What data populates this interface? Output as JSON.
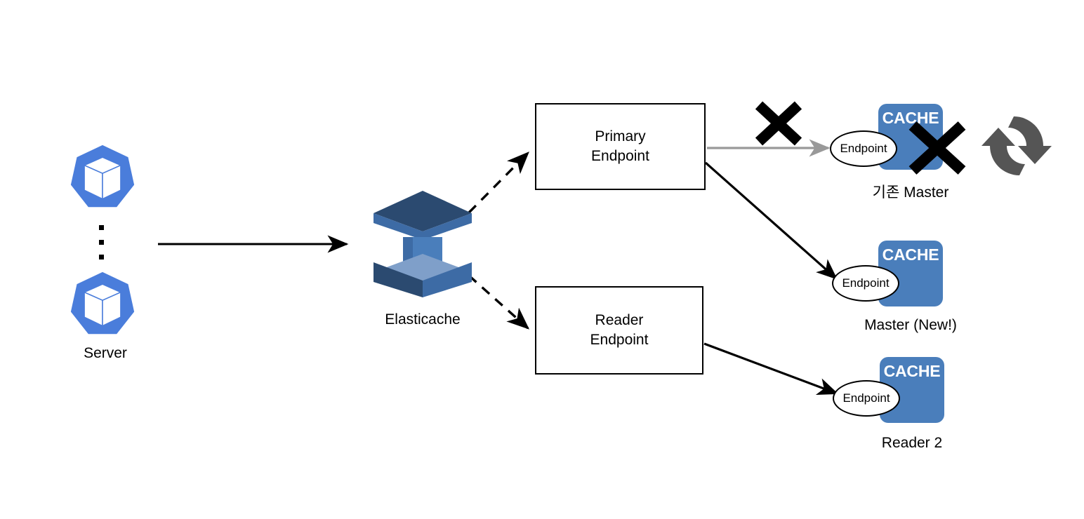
{
  "diagram": {
    "title": "AWS ElastiCache failover architecture",
    "background": "#ffffff"
  },
  "colors": {
    "server_blue": "#4a7ddb",
    "cache_blue": "#4a7ebb",
    "elasticache_dark": "#2b4a70",
    "elasticache_mid": "#3d6ba5",
    "elasticache_light": "#7f9fc9",
    "line_black": "#000000",
    "line_gray": "#999999",
    "sync_gray": "#555555"
  },
  "servers": {
    "label": "Server",
    "icon": "kubernetes-cube-icon",
    "count_indicator": "vertical-ellipsis",
    "nodes": [
      {
        "name": "server-node-top"
      },
      {
        "name": "server-node-bottom"
      }
    ]
  },
  "elasticache": {
    "label": "Elasticache",
    "icon": "aws-elasticache-icon"
  },
  "endpoints": [
    {
      "key": "primary",
      "label": "Primary\nEndpoint",
      "name": "primary-endpoint-box"
    },
    {
      "key": "reader",
      "label": "Reader\nEndpoint",
      "name": "reader-endpoint-box"
    }
  ],
  "cache_nodes": [
    {
      "key": "old_master",
      "cache_text": "CACHE",
      "endpoint_text": "Endpoint",
      "label": "기존 Master",
      "struck_out": true
    },
    {
      "key": "new_master",
      "cache_text": "CACHE",
      "endpoint_text": "Endpoint",
      "label": "Master (New!)",
      "struck_out": false
    },
    {
      "key": "reader2",
      "cache_text": "CACHE",
      "endpoint_text": "Endpoint",
      "label": "Reader 2",
      "struck_out": false
    }
  ],
  "markers": {
    "broken_link_x": "x-mark-icon",
    "failed_node_x": "x-mark-icon",
    "failover_sync": "sync-refresh-icon"
  },
  "connections": [
    {
      "name": "server-to-elasticache",
      "style": "solid",
      "color": "#000000"
    },
    {
      "name": "elasticache-to-primary-endpoint",
      "style": "dashed",
      "color": "#000000"
    },
    {
      "name": "elasticache-to-reader-endpoint",
      "style": "dashed",
      "color": "#000000"
    },
    {
      "name": "primary-endpoint-to-old-master",
      "style": "solid",
      "color": "#999999"
    },
    {
      "name": "primary-endpoint-to-new-master",
      "style": "solid",
      "color": "#000000"
    },
    {
      "name": "reader-endpoint-to-reader2",
      "style": "solid",
      "color": "#000000"
    }
  ]
}
